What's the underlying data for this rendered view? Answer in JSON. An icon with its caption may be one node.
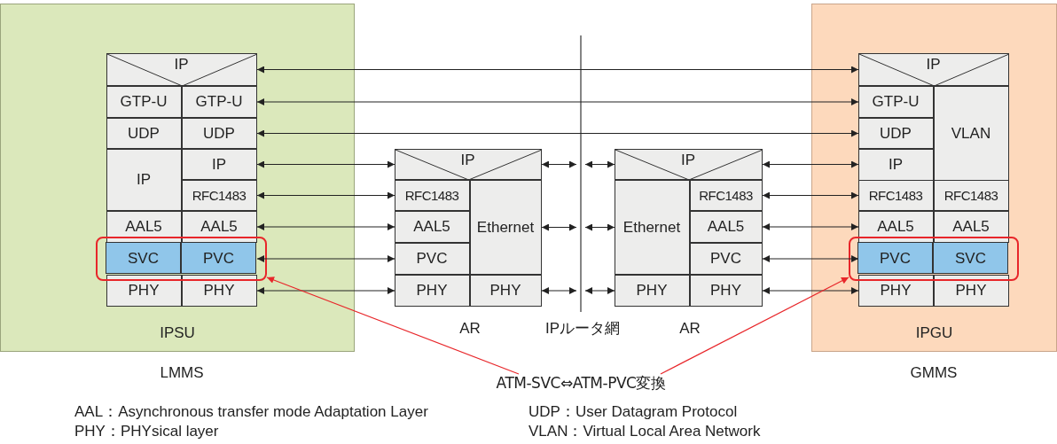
{
  "diagram": {
    "nodes": [
      {
        "text": [
          "IPSU"
        ],
        "beside": [
          "LMMS"
        ]
      },
      {
        "text": [
          "IP"
        ],
        "in": 0
      },
      {
        "text": [
          "GTP-U"
        ],
        "in": 0
      },
      {
        "text": [
          "GTP-U"
        ],
        "in": 0
      },
      {
        "text": [
          "UDP"
        ],
        "in": 0
      },
      {
        "text": [
          "UDP"
        ],
        "in": 0
      },
      {
        "text": [
          "IP"
        ],
        "in": 0
      },
      {
        "text": [
          "IP"
        ],
        "in": 0
      },
      {
        "text": [
          "RFC1483"
        ],
        "in": 0
      },
      {
        "text": [
          "AAL5"
        ],
        "in": 0
      },
      {
        "text": [
          "AAL5"
        ],
        "in": 0
      },
      {
        "text": [
          "SVC"
        ],
        "in": 43
      },
      {
        "text": [
          "PVC"
        ],
        "in": 43
      },
      {
        "text": [
          "PHY"
        ],
        "in": 0
      },
      {
        "text": [
          "PHY"
        ],
        "in": 0
      },
      {
        "text": [
          "IP"
        ]
      },
      {
        "text": [
          "RFC1483"
        ]
      },
      {
        "text": [
          "Ethernet"
        ]
      },
      {
        "text": [
          "AAL5"
        ]
      },
      {
        "text": [
          "PVC"
        ]
      },
      {
        "text": [
          "PHY"
        ]
      },
      {
        "text": [
          "PHY"
        ]
      },
      {
        "text": [
          "IP"
        ]
      },
      {
        "text": [
          "Ethernet"
        ]
      },
      {
        "text": [
          "RFC1483"
        ]
      },
      {
        "text": [
          "AAL5"
        ]
      },
      {
        "text": [
          "PVC"
        ]
      },
      {
        "text": [
          "PHY"
        ]
      },
      {
        "text": [
          "PHY"
        ]
      },
      {
        "text": [
          "IPGU"
        ],
        "beside": [
          "GMMS"
        ]
      },
      {
        "text": [
          "IP"
        ],
        "in": 29
      },
      {
        "text": [
          "GTP-U"
        ],
        "in": 29
      },
      {
        "text": [
          "VLAN"
        ],
        "in": 29
      },
      {
        "text": [
          "UDP"
        ],
        "in": 29
      },
      {
        "text": [
          "IP"
        ],
        "in": 29
      },
      {
        "text": [
          "RFC1483"
        ],
        "in": 29
      },
      {
        "text": [
          "RFC1483"
        ],
        "in": 29
      },
      {
        "text": [
          "AAL5"
        ],
        "in": 29
      },
      {
        "text": [
          "AAL5"
        ],
        "in": 29
      },
      {
        "text": [
          "PVC"
        ],
        "in": 44
      },
      {
        "text": [
          "SVC"
        ],
        "in": 44
      },
      {
        "text": [
          "PHY"
        ],
        "in": 29
      },
      {
        "text": [
          "PHY"
        ],
        "in": 29
      },
      {
        "text": [],
        "shape": "box",
        "in": 0
      },
      {
        "text": [],
        "shape": "box",
        "in": 29
      },
      {
        "text": [
          "ATM-SVC⇔ATM-PVC変換"
        ]
      }
    ],
    "edges": [
      {
        "from": 1,
        "to": 30,
        "arrow": "both"
      },
      {
        "from": 3,
        "to": 31,
        "arrow": "both"
      },
      {
        "from": 5,
        "to": 33,
        "arrow": "both"
      },
      {
        "from": 7,
        "to": 15,
        "arrow": "both"
      },
      {
        "from": 8,
        "to": 16,
        "arrow": "both"
      },
      {
        "from": 10,
        "to": 18,
        "arrow": "both"
      },
      {
        "from": 12,
        "to": 19,
        "arrow": "both"
      },
      {
        "from": 14,
        "to": 20,
        "arrow": "both"
      },
      {
        "from": 15,
        "to": null,
        "arrow": "both"
      },
      {
        "from": 17,
        "to": null,
        "arrow": "both"
      },
      {
        "from": 21,
        "to": null,
        "arrow": "both"
      },
      {
        "from": null,
        "to": 22,
        "arrow": "both"
      },
      {
        "from": null,
        "to": 23,
        "arrow": "both"
      },
      {
        "from": null,
        "to": 27,
        "arrow": "both"
      },
      {
        "from": 22,
        "to": 34,
        "arrow": "both"
      },
      {
        "from": 24,
        "to": 35,
        "arrow": "both"
      },
      {
        "from": 25,
        "to": 37,
        "arrow": "both"
      },
      {
        "from": 26,
        "to": 39,
        "arrow": "both"
      },
      {
        "from": 28,
        "to": 41,
        "arrow": "both"
      },
      {
        "from": 45,
        "to": 43,
        "arrow": "to",
        "color": "#e8262a"
      },
      {
        "from": 45,
        "to": 44,
        "arrow": "to",
        "color": "#e8262a"
      }
    ],
    "labels": [
      "AR",
      "IPルータ網",
      "AR",
      "AAL：Asynchronous transfer mode Adaptation Layer",
      "PHY：PHYsical layer",
      "UDP：User Datagram Protocol",
      "VLAN：Virtual Local Area Network"
    ]
  }
}
